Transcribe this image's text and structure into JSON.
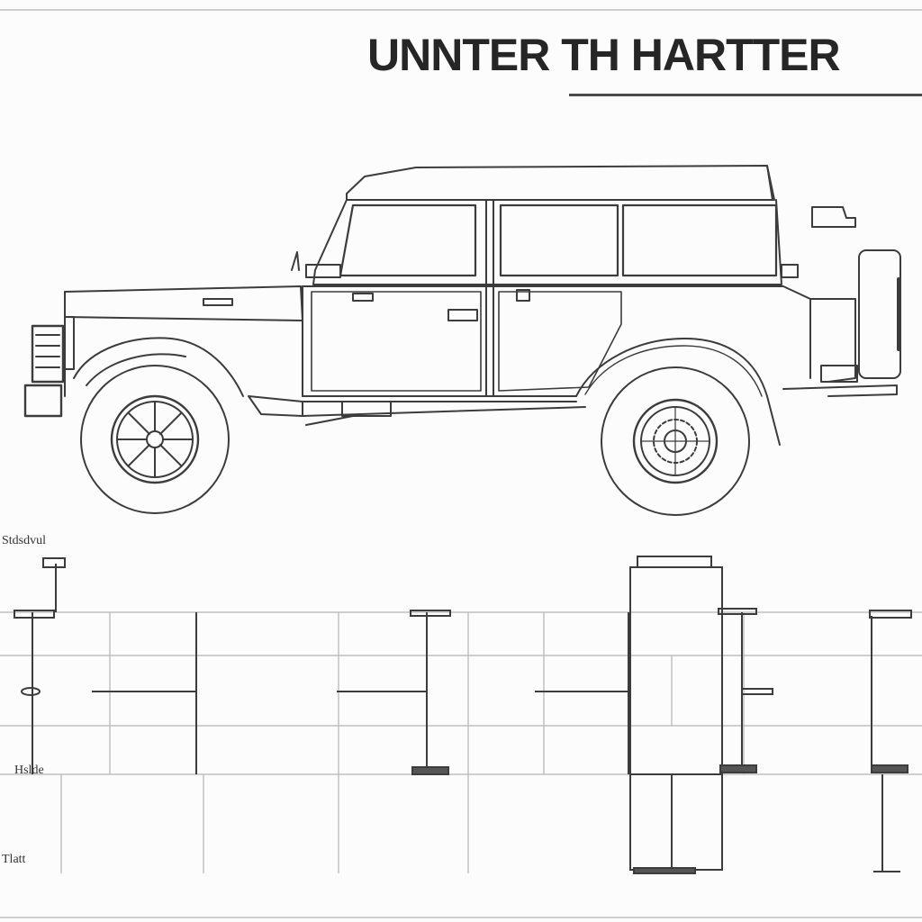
{
  "drawing": {
    "title": "UNNTER TH HARTTER",
    "labels": {
      "top_left": "Stdsdvul",
      "mid_left": "Hslde",
      "bottom_left": "Tlatt"
    }
  },
  "colors": {
    "paper": "#fcfcfc",
    "ink": "#262626",
    "line": "#3c3c3c",
    "faint": "#b4b4b4"
  }
}
